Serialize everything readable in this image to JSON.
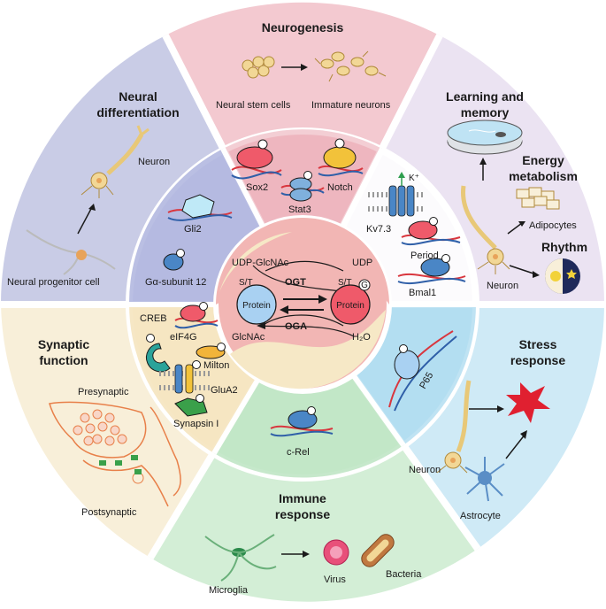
{
  "sectors": {
    "neurogenesis": {
      "title": "Neurogenesis",
      "label_stem": "Neural stem cells",
      "label_immature": "Immature neurons"
    },
    "learning": {
      "title_line1": "Learning and",
      "title_line2": "memory"
    },
    "energy": {
      "title_line1": "Energy",
      "title_line2": "metabolism",
      "label_adipocytes": "Adipocytes"
    },
    "rhythm": {
      "title": "Rhythm",
      "label_neuron": "Neuron"
    },
    "stress": {
      "title_line1": "Stress",
      "title_line2": "response",
      "label_neuron": "Neuron",
      "label_astrocyte": "Astrocyte"
    },
    "immune": {
      "title_line1": "Immune",
      "title_line2": "response",
      "label_microglia": "Microglia",
      "label_virus": "Virus",
      "label_bacteria": "Bacteria"
    },
    "synaptic": {
      "title_line1": "Synaptic",
      "title_line2": "function",
      "label_pre": "Presynaptic",
      "label_post": "Postsynaptic"
    },
    "differentiation": {
      "title_line1": "Neural",
      "title_line2": "differentiation",
      "label_neuron": "Neuron",
      "label_progenitor": "Neural progenitor cell"
    }
  },
  "proteins": {
    "sox2": "Sox2",
    "notch": "Notch",
    "stat3": "Stat3",
    "kv73": "Kv7.3",
    "k_ion": "K⁺",
    "period": "Period",
    "bmal1": "Bmal1",
    "p65": "P65",
    "crel": "c-Rel",
    "creb": "CREB",
    "elf4g": "eIF4G",
    "milton": "Milton",
    "glua2": "GluA2",
    "synapsin": "Synapsin I",
    "gli2": "Gli2",
    "galpha": "Gα-subunit 12"
  },
  "center": {
    "udp_glcnac": "UDP-GlcNAc",
    "udp": "UDP",
    "ogt": "OGT",
    "oga": "OGA",
    "glcnac": "GlcNAc",
    "h2o": "H₂O",
    "st_left": "S/T",
    "st_right": "S/T",
    "protein_left": "Protein",
    "protein_right": "Protein",
    "g_mark": "G"
  },
  "colors": {
    "neurogenesis": "#f3c9d0",
    "learning": "#ebe3f2",
    "stress": "#cfeaf6",
    "immune": "#d3eed6",
    "synaptic": "#f8efd9",
    "differentiation": "#c9cce6",
    "center_pink": "#f2b6b4",
    "center_cream": "#f6e8c6",
    "protein_blue": "#a9d1f2",
    "protein_red": "#ef5a6a",
    "dna_red": "#d9363e",
    "dna_blue": "#2f5fa8",
    "neuron_yellow": "#f2d796",
    "neuron_orange": "#e8a35a"
  }
}
